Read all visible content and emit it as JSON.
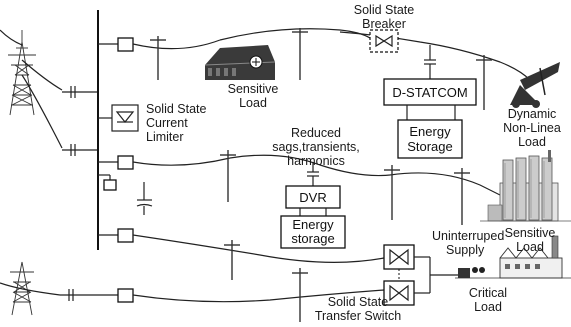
{
  "labels": {
    "solid_state_breaker": [
      "Solid State",
      "Breaker"
    ],
    "sensitive_load_top": [
      "Sensitive",
      "Load"
    ],
    "d_statcom": "D-STATCOM",
    "energy_storage_right": [
      "Energy",
      "Storage"
    ],
    "dynamic_load": [
      "Dynamic",
      "Non-Linea",
      "Load"
    ],
    "current_limiter": [
      "Solid State",
      "Current",
      "Limiter"
    ],
    "reduced_sags": [
      "Reduced",
      "sags,transients,",
      "harmonics"
    ],
    "dvr": "DVR",
    "energy_storage_mid": [
      "Energy",
      "storage"
    ],
    "sensitive_load_right": [
      "Sensitive",
      "Load"
    ],
    "uninterrupted_supply": [
      "Uninterruped",
      "Supply"
    ],
    "critical_load": [
      "Critical",
      "Load"
    ],
    "transfer_switch": [
      "Solid State",
      "Transfer Switch"
    ]
  },
  "icons": [
    "transmission-tower",
    "utility-pole",
    "factory-building",
    "crane",
    "industrial-plant",
    "capacitor",
    "thyristor"
  ]
}
